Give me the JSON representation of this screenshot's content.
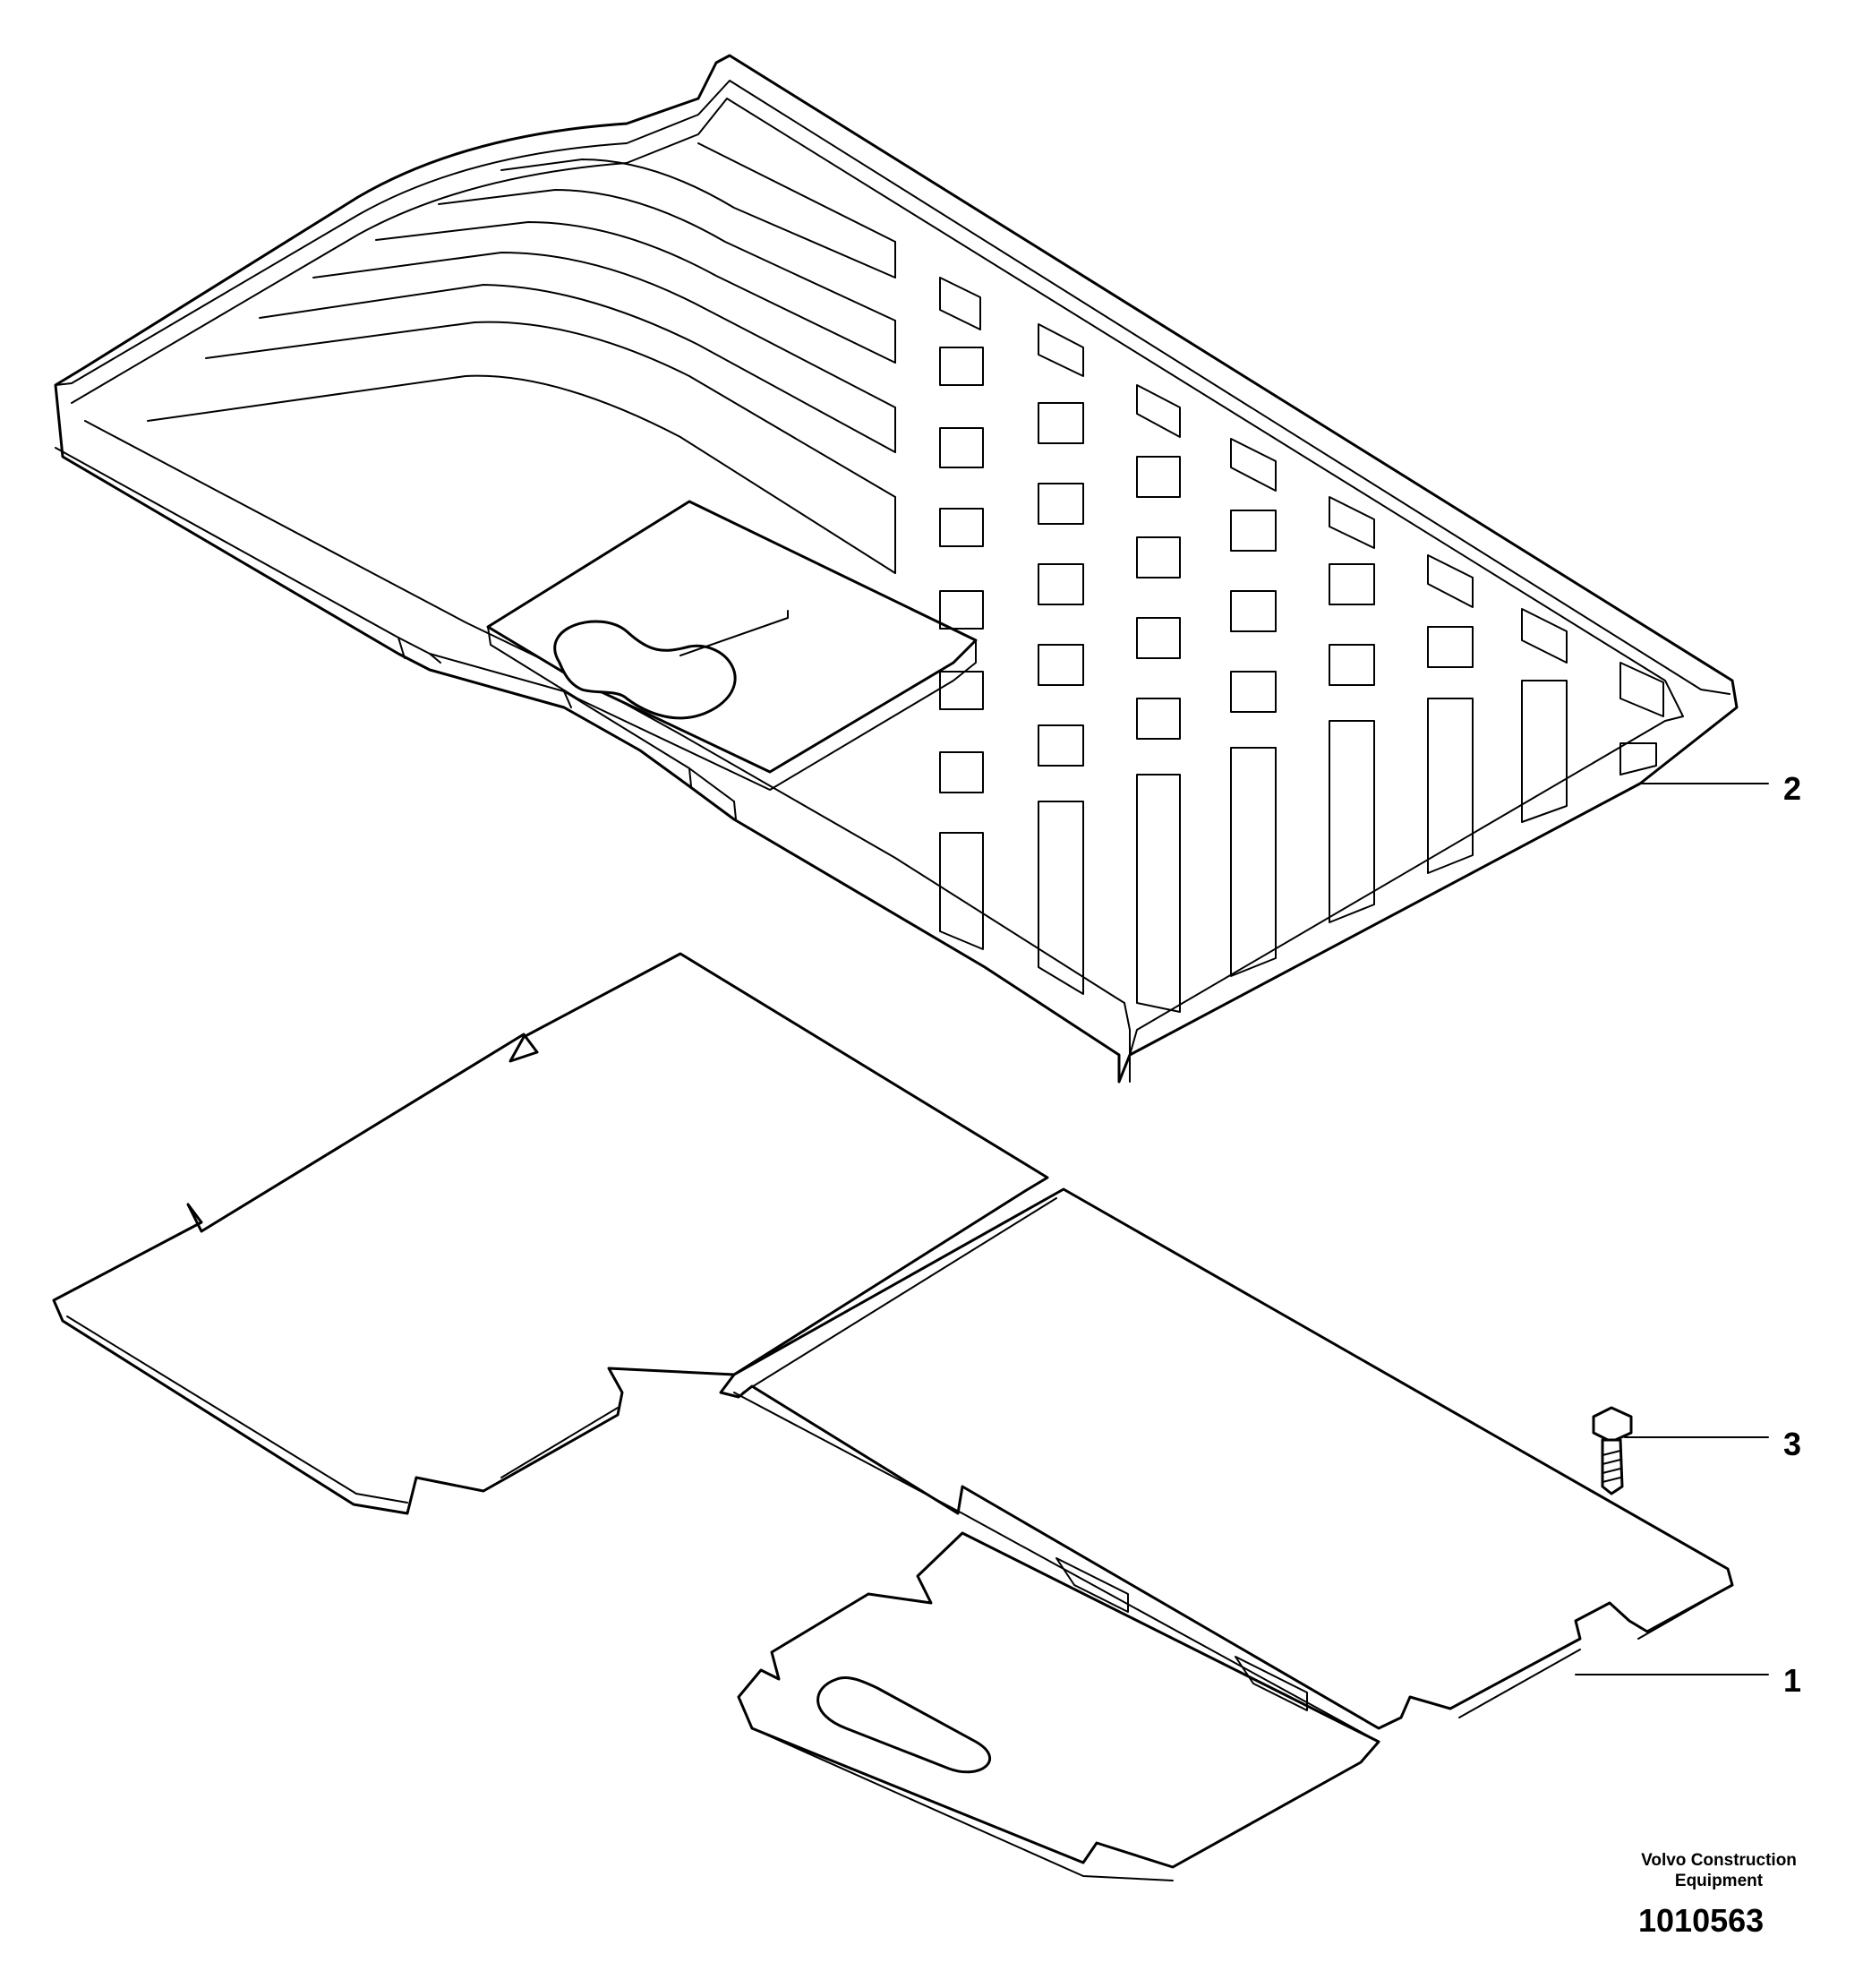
{
  "callouts": [
    {
      "id": "2",
      "label": "2",
      "part": "tray"
    },
    {
      "id": "3",
      "label": "3",
      "part": "screw"
    },
    {
      "id": "1",
      "label": "1",
      "part": "floor-mat"
    }
  ],
  "footer": {
    "brand_line1": "Volvo Construction",
    "brand_line2": "Equipment",
    "drawing_number": "1010563"
  },
  "icons": [
    "screw-icon"
  ]
}
